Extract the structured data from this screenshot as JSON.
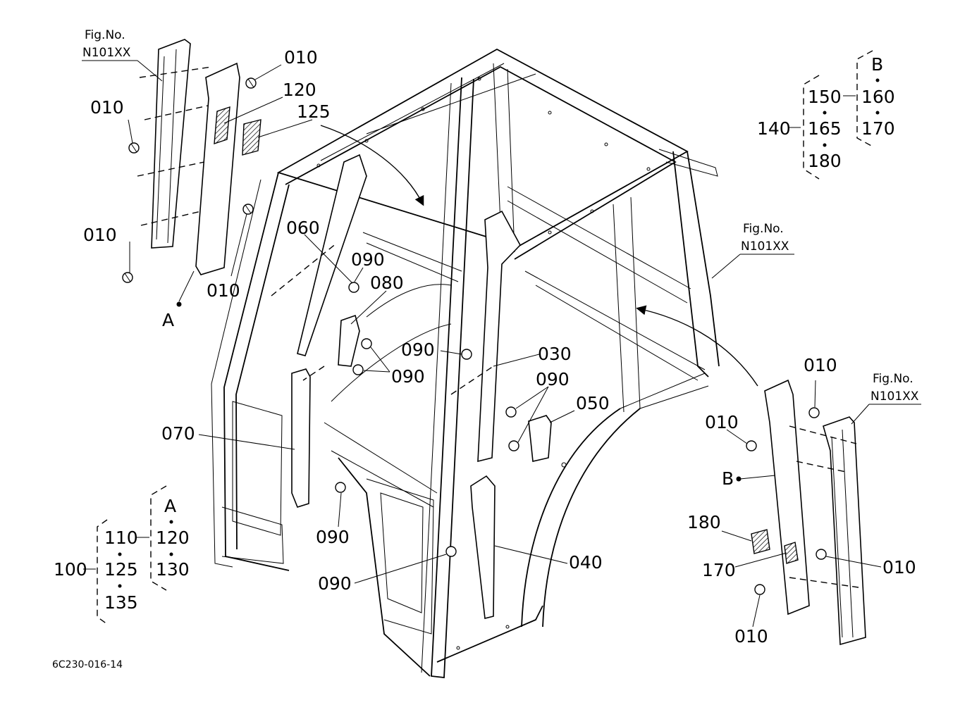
{
  "callouts": {
    "c010_a": "010",
    "c010_b": "010",
    "c010_c": "010",
    "c010_d": "010",
    "c010_e": "010",
    "c010_f": "010",
    "c010_g": "010",
    "c010_h": "010",
    "c120": "120",
    "c125": "125",
    "c060": "060",
    "c090_a": "090",
    "c080": "080",
    "c090_b": "090",
    "c090_c": "090",
    "c030": "030",
    "c090_d": "090",
    "c050": "050",
    "c070": "070",
    "c090_e": "090",
    "c090_f": "090",
    "c040": "040",
    "c180": "180",
    "c170": "170",
    "label_A": "A",
    "label_B": "B"
  },
  "fig_refs": [
    {
      "line1": "Fig.No.",
      "line2": "N101XX"
    },
    {
      "line1": "Fig.No.",
      "line2": "N101XX"
    },
    {
      "line1": "Fig.No.",
      "line2": "N101XX"
    }
  ],
  "assembly_A": {
    "root": "100",
    "children": [
      "110",
      "125",
      "135"
    ],
    "group_label": "A",
    "group_items": [
      "120",
      "130"
    ]
  },
  "assembly_B": {
    "root": "140",
    "children": [
      "150",
      "165",
      "180"
    ],
    "group_label": "B",
    "group_items": [
      "160",
      "170"
    ]
  },
  "drawing_id": "6C230-016-14"
}
